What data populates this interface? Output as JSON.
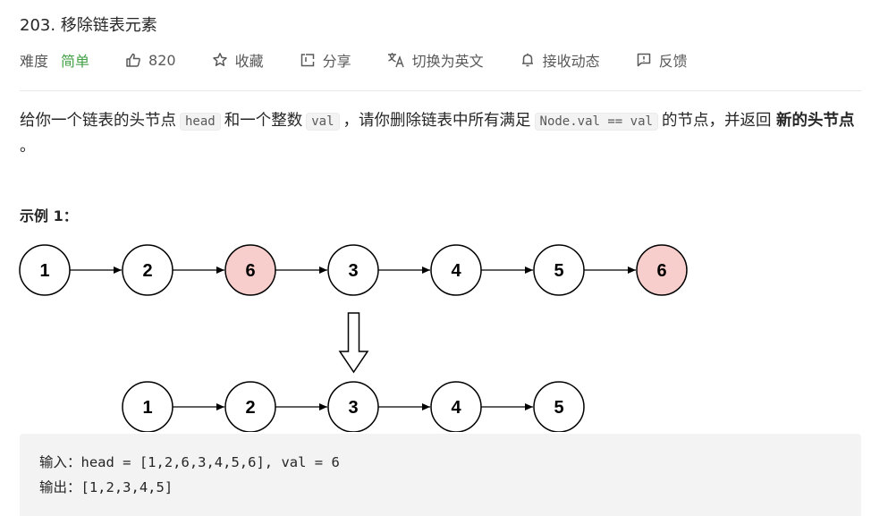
{
  "problem": {
    "title": "203. 移除链表元素"
  },
  "meta": {
    "difficulty_label": "难度",
    "difficulty_value": "简单",
    "likes": "820",
    "collect": "收藏",
    "share": "分享",
    "switch_lang": "切换为英文",
    "notify": "接收动态",
    "feedback": "反馈",
    "icons": [
      "thumb-up-icon",
      "star-icon",
      "share-icon",
      "translate-icon",
      "bell-icon",
      "flag-icon"
    ]
  },
  "description": {
    "part1": "给你一个链表的头节点",
    "code_head": "head",
    "part2": "和一个整数",
    "code_val": "val",
    "part3": "，请你删除链表中所有满足",
    "code_cond": "Node.val == val",
    "part4": "的节点，并返回",
    "bold": "新的头节点",
    "part5": "。"
  },
  "example": {
    "title": "示例 1：",
    "input_line": "输入：head = [1,2,6,3,4,5,6], val = 6",
    "output_line": "输出：[1,2,3,4,5]"
  },
  "diagram": {
    "top_nodes": [
      {
        "label": "1",
        "removed": false
      },
      {
        "label": "2",
        "removed": false
      },
      {
        "label": "6",
        "removed": true
      },
      {
        "label": "3",
        "removed": false
      },
      {
        "label": "4",
        "removed": false
      },
      {
        "label": "5",
        "removed": false
      },
      {
        "label": "6",
        "removed": true
      }
    ],
    "bottom_nodes": [
      "1",
      "2",
      "3",
      "4",
      "5"
    ],
    "removed_fill": "#f8cecc",
    "normal_fill": "#ffffff"
  }
}
